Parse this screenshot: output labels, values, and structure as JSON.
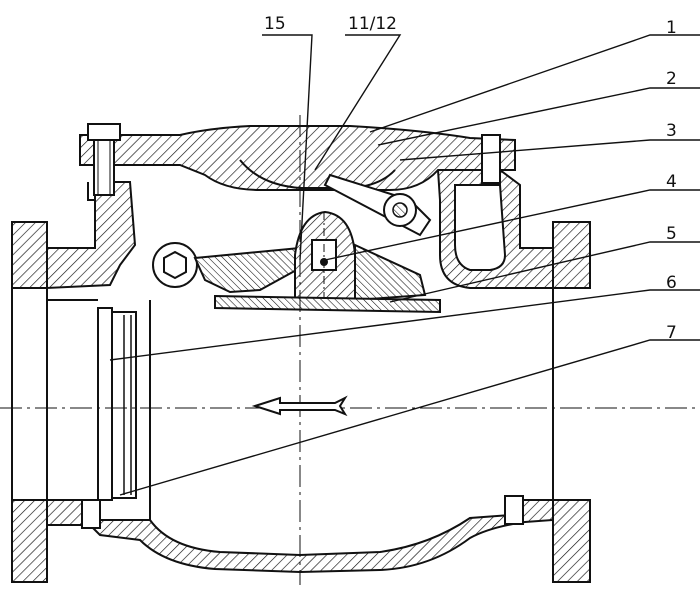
{
  "callouts": {
    "part_15": "15",
    "part_11_12": "11/12",
    "part_1": "1",
    "part_2": "2",
    "part_3": "3",
    "part_4": "4",
    "part_5": "5",
    "part_6": "6",
    "part_7": "7"
  },
  "colors": {
    "ink": "#111111",
    "background": "#ffffff"
  }
}
